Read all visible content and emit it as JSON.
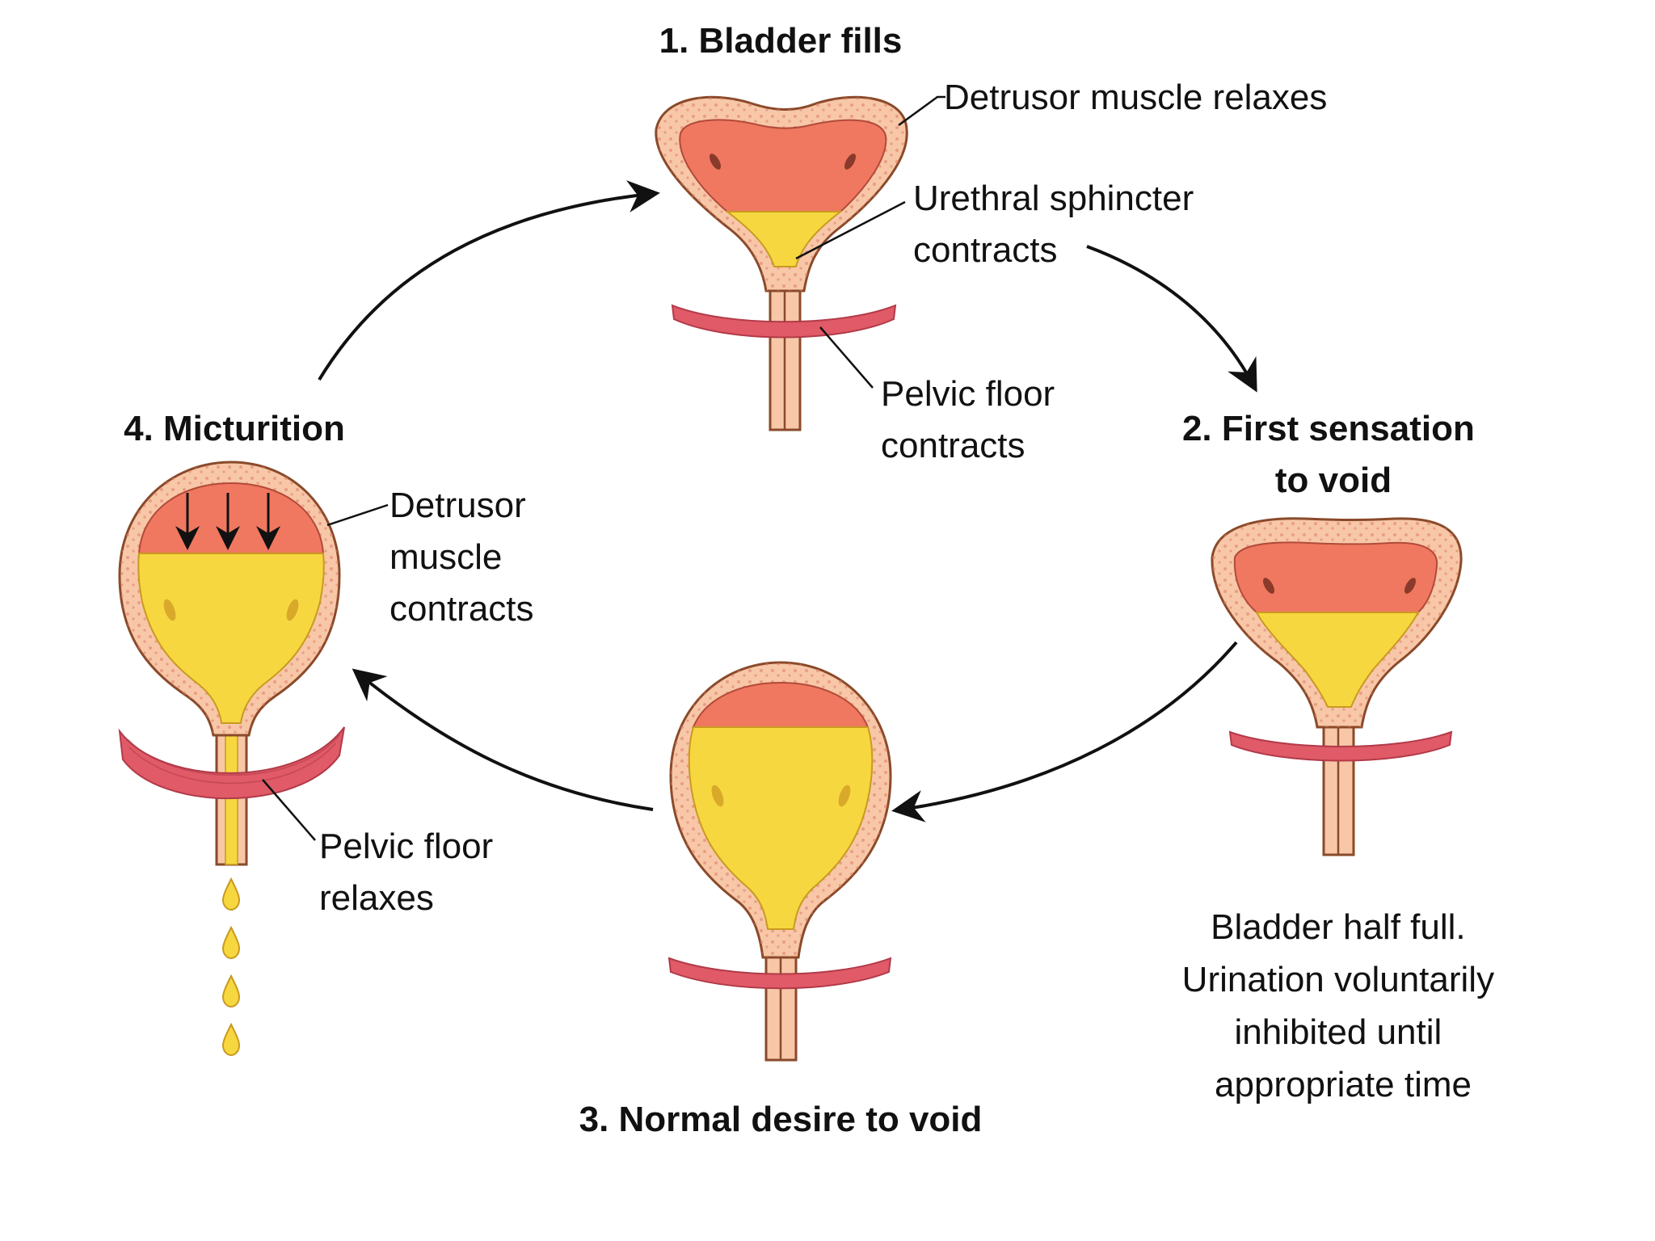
{
  "colors": {
    "bladder_wall": "#F7C7A8",
    "wall_outline": "#8A4A2A",
    "wall_dots": "#E07A64",
    "detrusor": "#F07860",
    "urine": "#F7D740",
    "urine_dark": "#D9A92A",
    "pelvic_floor": "#E05A68",
    "arrow": "#111111",
    "text": "#111111"
  },
  "stages": [
    {
      "title": "1. Bladder fills",
      "labels": [
        {
          "lines": [
            "Detrusor muscle relaxes"
          ]
        },
        {
          "lines": [
            "Urethral sphincter",
            "contracts"
          ]
        },
        {
          "lines": [
            "Pelvic floor",
            "contracts"
          ]
        }
      ]
    },
    {
      "title_lines": [
        "2. First sensation",
        "to void"
      ],
      "note_lines": [
        "Bladder half full.",
        "Urination voluntarily",
        "inhibited until",
        "appropriate time"
      ]
    },
    {
      "title": "3. Normal desire to void"
    },
    {
      "title": "4. Micturition",
      "labels": [
        {
          "lines": [
            "Detrusor",
            "muscle",
            "contracts"
          ]
        },
        {
          "lines": [
            "Pelvic floor",
            "relaxes"
          ]
        }
      ]
    }
  ]
}
